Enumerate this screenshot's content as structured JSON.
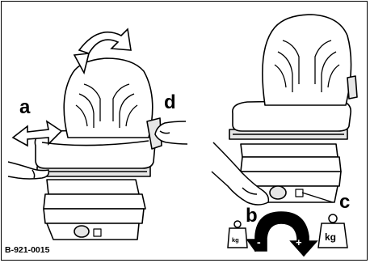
{
  "figure_ref": "B-921-0015",
  "callouts": {
    "a": "a",
    "b": "b",
    "c": "c",
    "d": "d"
  },
  "weights": {
    "light": "kg",
    "heavy": "kg"
  },
  "signs": {
    "minus": "-",
    "plus": "+"
  },
  "colors": {
    "line": "#000000",
    "background": "#ffffff",
    "shade": "#e6e6e6"
  },
  "icons": [
    "tilt-rotate-arrow-icon",
    "fore-aft-double-arrow-icon",
    "weight-adjust-curved-arrow-icon",
    "light-weight-icon",
    "heavy-weight-icon"
  ]
}
